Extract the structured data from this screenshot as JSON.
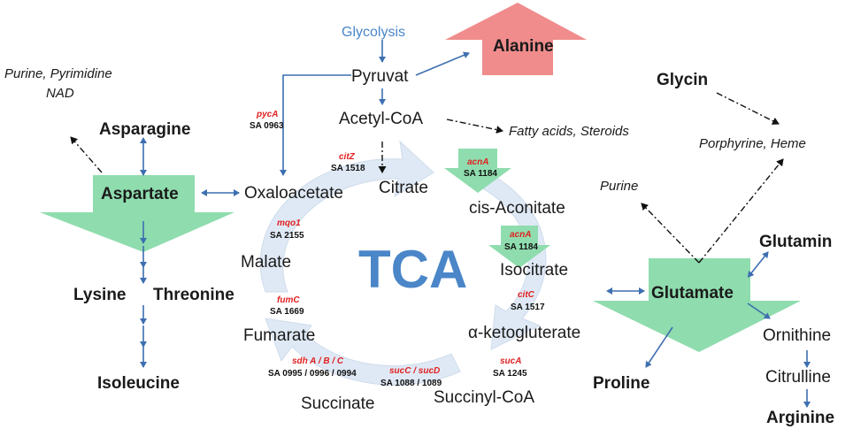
{
  "title_blocks": {
    "glycolysis": "Glycolysis",
    "alanine": "Alanine",
    "pyruvat": "Pyruvat",
    "acetyl_coa": "Acetyl-CoA",
    "citrate": "Citrate",
    "oxaloacetate": "Oxaloacetate",
    "cis_aconitate": "cis-Aconitate",
    "isocitrate": "Isocitrate",
    "alpha_keto": "α-ketogluterate",
    "succinyl_coa": "Succinyl-CoA",
    "succinate": "Succinate",
    "fumarate": "Fumarate",
    "malate": "Malate",
    "tca": "TCA"
  },
  "side_metabolites": {
    "purine_pyrimidine_line1": "Purine, Pyrimidine",
    "purine_pyrimidine_line2": "NAD",
    "asparagine": "Asparagine",
    "aspartate": "Aspartate",
    "lysine": "Lysine",
    "threonine": "Threonine",
    "isoleucine": "Isoleucine",
    "fatty_acids": "Fatty acids, Steroids",
    "glycin": "Glycin",
    "porphyrine": "Porphyrine, Heme",
    "purine": "Purine",
    "glutamin": "Glutamin",
    "glutamate": "Glutamate",
    "ornithine": "Ornithine",
    "citrulline": "Citrulline",
    "arginine": "Arginine",
    "proline": "Proline"
  },
  "enzymes": {
    "pyca_gene": "pycA",
    "pyca_sa": "SA 0963",
    "citz_gene": "citZ",
    "citz_sa": "SA 1518",
    "acna1_gene": "acnA",
    "acna1_sa": "SA 1184",
    "acna2_gene": "acnA",
    "acna2_sa": "SA 1184",
    "mqo1_gene": "mqo1",
    "mqo1_sa": "SA  2155",
    "citc_gene": "citC",
    "citc_sa": "SA 1517",
    "fumc_gene": "fumC",
    "fumc_sa": "SA 1669",
    "sdh_gene": "sdh A / B / C",
    "sdh_sa": "SA 0995 / 0996 / 0994",
    "suc_gene": "sucC / sucD",
    "suc_sa": "SA 1088 / 1089",
    "suca_gene": "sucA",
    "suca_sa": "SA  1245"
  },
  "colors": {
    "alanine_arrow": "#f08c8c",
    "green_arrow": "#8fdcae",
    "cycle_arrow": "#dfe9f5",
    "flow_blue": "#3d6fb0",
    "tca_blue": "#4a86c8",
    "gene_red": "#e02020"
  }
}
